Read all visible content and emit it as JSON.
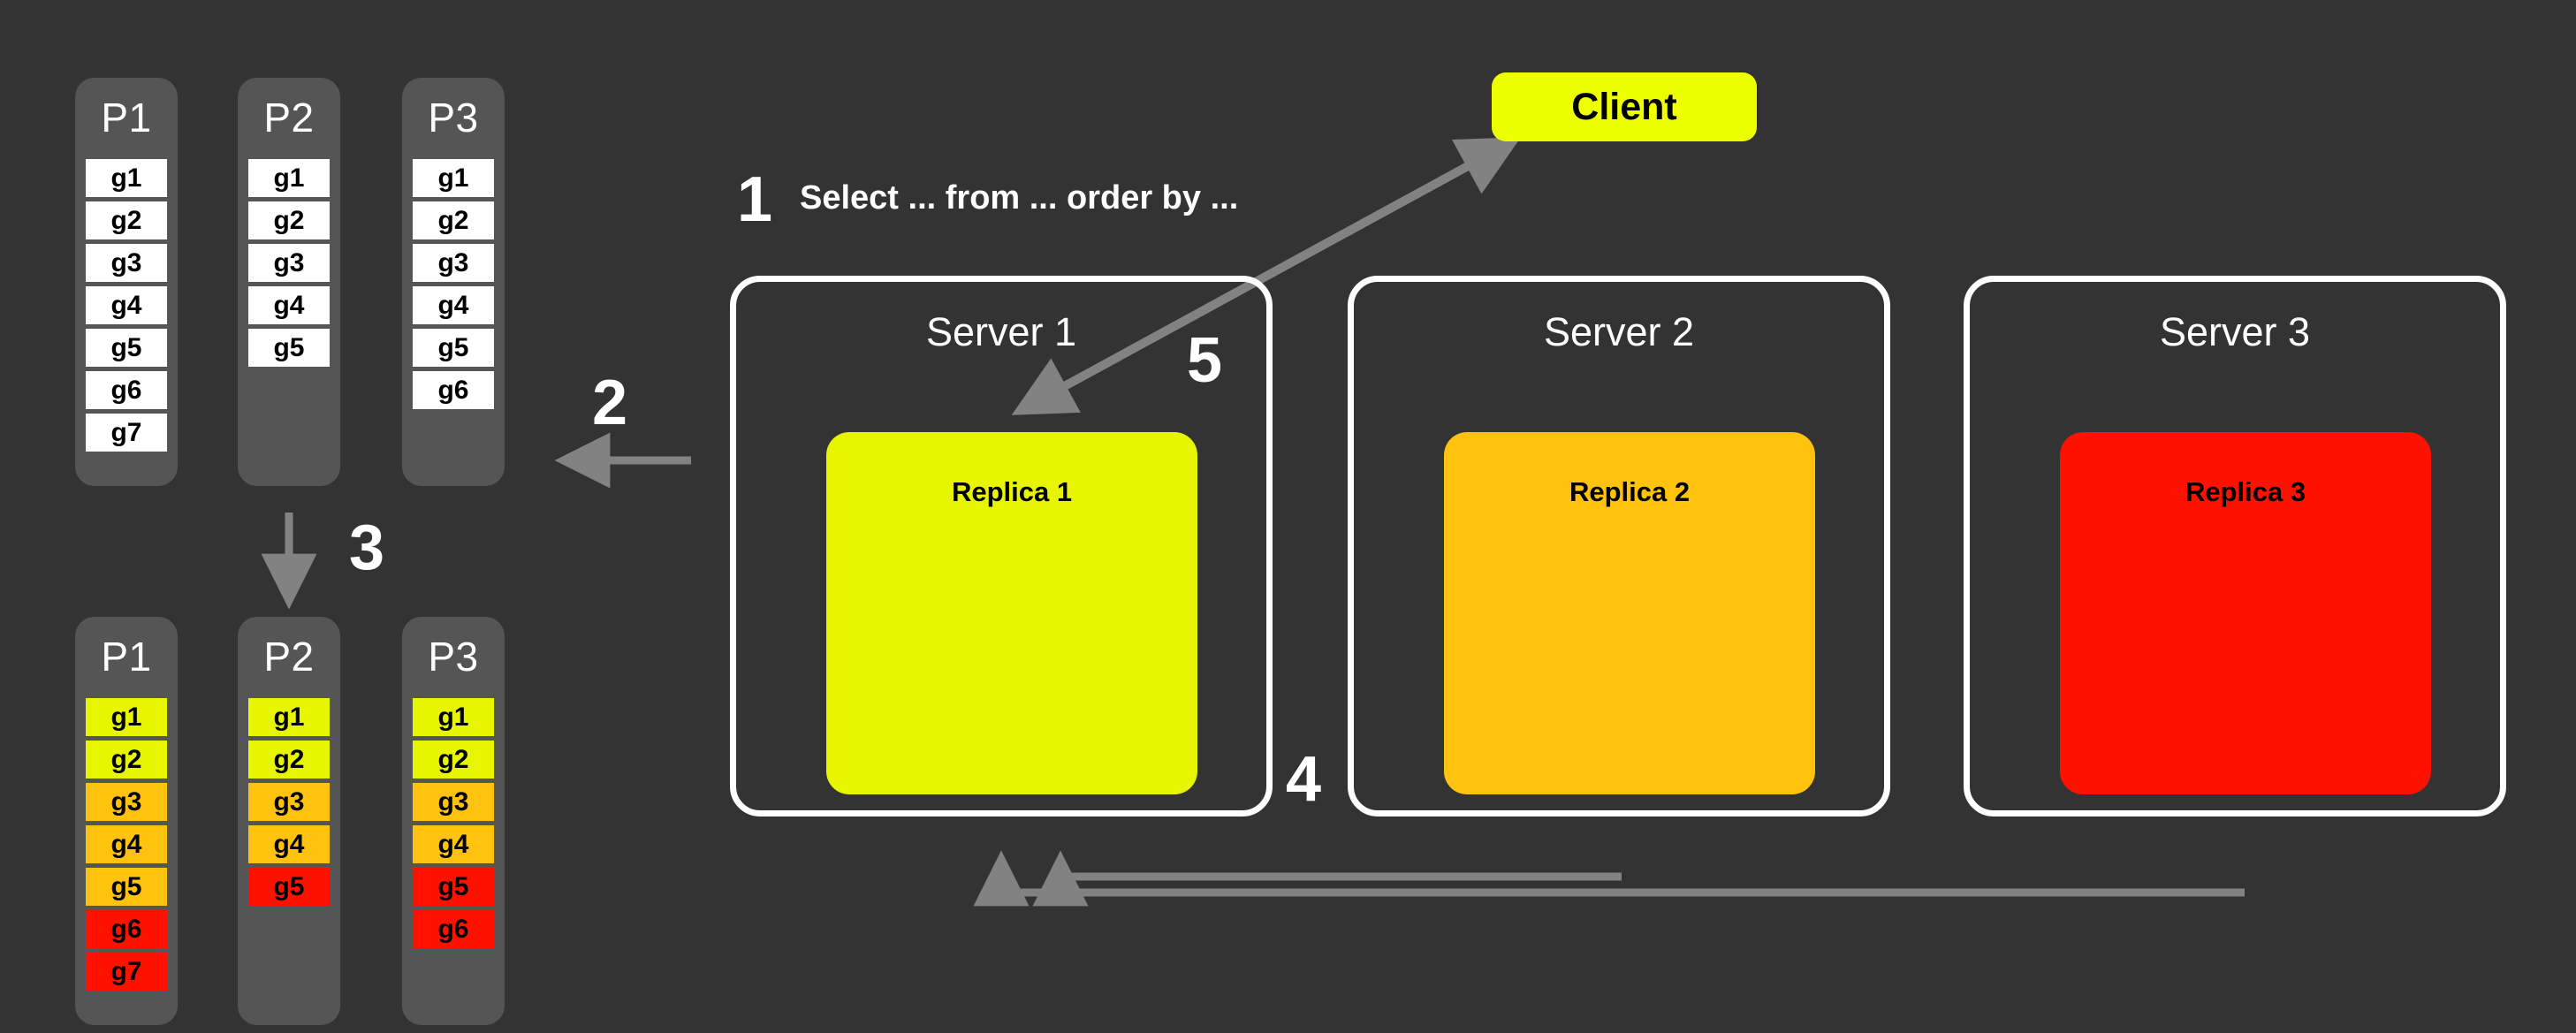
{
  "theme": {
    "background": "#333333",
    "panel_bg": "#555555",
    "panel_title_color": "#ffffff",
    "cell_white": "#ffffff",
    "cell_yellow": "#e8f500",
    "cell_orange": "#ffc20e",
    "cell_red": "#ff1100",
    "server_border": "#ffffff",
    "arrow_gray": "#828282",
    "client_yellow": "#eeff00",
    "replica1_color": "#e8f500",
    "replica2_color": "#ffc20e",
    "replica3_color": "#ff1100"
  },
  "top_partitions": {
    "panels": [
      {
        "title": "P1",
        "cells": [
          {
            "label": "g1",
            "color": "#ffffff"
          },
          {
            "label": "g2",
            "color": "#ffffff"
          },
          {
            "label": "g3",
            "color": "#ffffff"
          },
          {
            "label": "g4",
            "color": "#ffffff"
          },
          {
            "label": "g5",
            "color": "#ffffff"
          },
          {
            "label": "g6",
            "color": "#ffffff"
          },
          {
            "label": "g7",
            "color": "#ffffff"
          }
        ]
      },
      {
        "title": "P2",
        "cells": [
          {
            "label": "g1",
            "color": "#ffffff"
          },
          {
            "label": "g2",
            "color": "#ffffff"
          },
          {
            "label": "g3",
            "color": "#ffffff"
          },
          {
            "label": "g4",
            "color": "#ffffff"
          },
          {
            "label": "g5",
            "color": "#ffffff"
          }
        ]
      },
      {
        "title": "P3",
        "cells": [
          {
            "label": "g1",
            "color": "#ffffff"
          },
          {
            "label": "g2",
            "color": "#ffffff"
          },
          {
            "label": "g3",
            "color": "#ffffff"
          },
          {
            "label": "g4",
            "color": "#ffffff"
          },
          {
            "label": "g5",
            "color": "#ffffff"
          },
          {
            "label": "g6",
            "color": "#ffffff"
          }
        ]
      }
    ]
  },
  "bottom_partitions": {
    "panels": [
      {
        "title": "P1",
        "cells": [
          {
            "label": "g1",
            "color": "#e8f500"
          },
          {
            "label": "g2",
            "color": "#e8f500"
          },
          {
            "label": "g3",
            "color": "#ffc20e"
          },
          {
            "label": "g4",
            "color": "#ffc20e"
          },
          {
            "label": "g5",
            "color": "#ffc20e"
          },
          {
            "label": "g6",
            "color": "#ff1100"
          },
          {
            "label": "g7",
            "color": "#ff1100"
          }
        ]
      },
      {
        "title": "P2",
        "cells": [
          {
            "label": "g1",
            "color": "#e8f500"
          },
          {
            "label": "g2",
            "color": "#e8f500"
          },
          {
            "label": "g3",
            "color": "#ffc20e"
          },
          {
            "label": "g4",
            "color": "#ffc20e"
          },
          {
            "label": "g5",
            "color": "#ff1100"
          }
        ]
      },
      {
        "title": "P3",
        "cells": [
          {
            "label": "g1",
            "color": "#e8f500"
          },
          {
            "label": "g2",
            "color": "#e8f500"
          },
          {
            "label": "g3",
            "color": "#ffc20e"
          },
          {
            "label": "g4",
            "color": "#ffc20e"
          },
          {
            "label": "g5",
            "color": "#ff1100"
          },
          {
            "label": "g6",
            "color": "#ff1100"
          }
        ]
      }
    ]
  },
  "client": {
    "label": "Client"
  },
  "query": {
    "text": "Select ... from ... order by ..."
  },
  "steps": {
    "one": "1",
    "two": "2",
    "three": "3",
    "four": "4",
    "five": "5"
  },
  "servers": [
    {
      "title": "Server 1",
      "replica": "Replica 1",
      "color": "#e8f500"
    },
    {
      "title": "Server 2",
      "replica": "Replica 2",
      "color": "#ffc20e"
    },
    {
      "title": "Server 3",
      "replica": "Replica 3",
      "color": "#ff1100"
    }
  ]
}
